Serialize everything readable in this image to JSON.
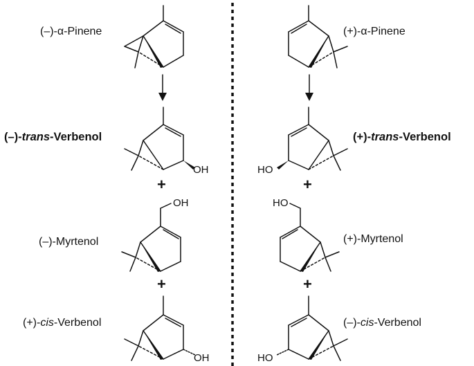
{
  "left": {
    "pinene": {
      "prefix": "(–)-",
      "name": "α-Pinene"
    },
    "trans_verbenol": {
      "prefix": "(–)-",
      "italic": "trans",
      "suffix": "-Verbenol"
    },
    "myrtenol": {
      "prefix": "(–)-",
      "name": "Myrtenol"
    },
    "cis_verbenol": {
      "prefix": "(+)-",
      "italic": "cis",
      "suffix": "-Verbenol"
    },
    "oh_trans": "OH",
    "oh_myrtenol": "OH",
    "oh_cis": "OH",
    "plus_1": "+",
    "plus_2": "+"
  },
  "right": {
    "pinene": {
      "prefix": "(+)-",
      "name": "α-Pinene"
    },
    "trans_verbenol": {
      "prefix": "(+)-",
      "italic": "trans",
      "suffix": "-Verbenol"
    },
    "myrtenol": {
      "prefix": "(+)-",
      "name": "Myrtenol"
    },
    "cis_verbenol": {
      "prefix": "(–)-",
      "italic": "cis",
      "suffix": "-Verbenol"
    },
    "oh_trans": "HO",
    "oh_myrtenol": "HO",
    "oh_cis": "HO",
    "plus_1": "+",
    "plus_2": "+"
  }
}
